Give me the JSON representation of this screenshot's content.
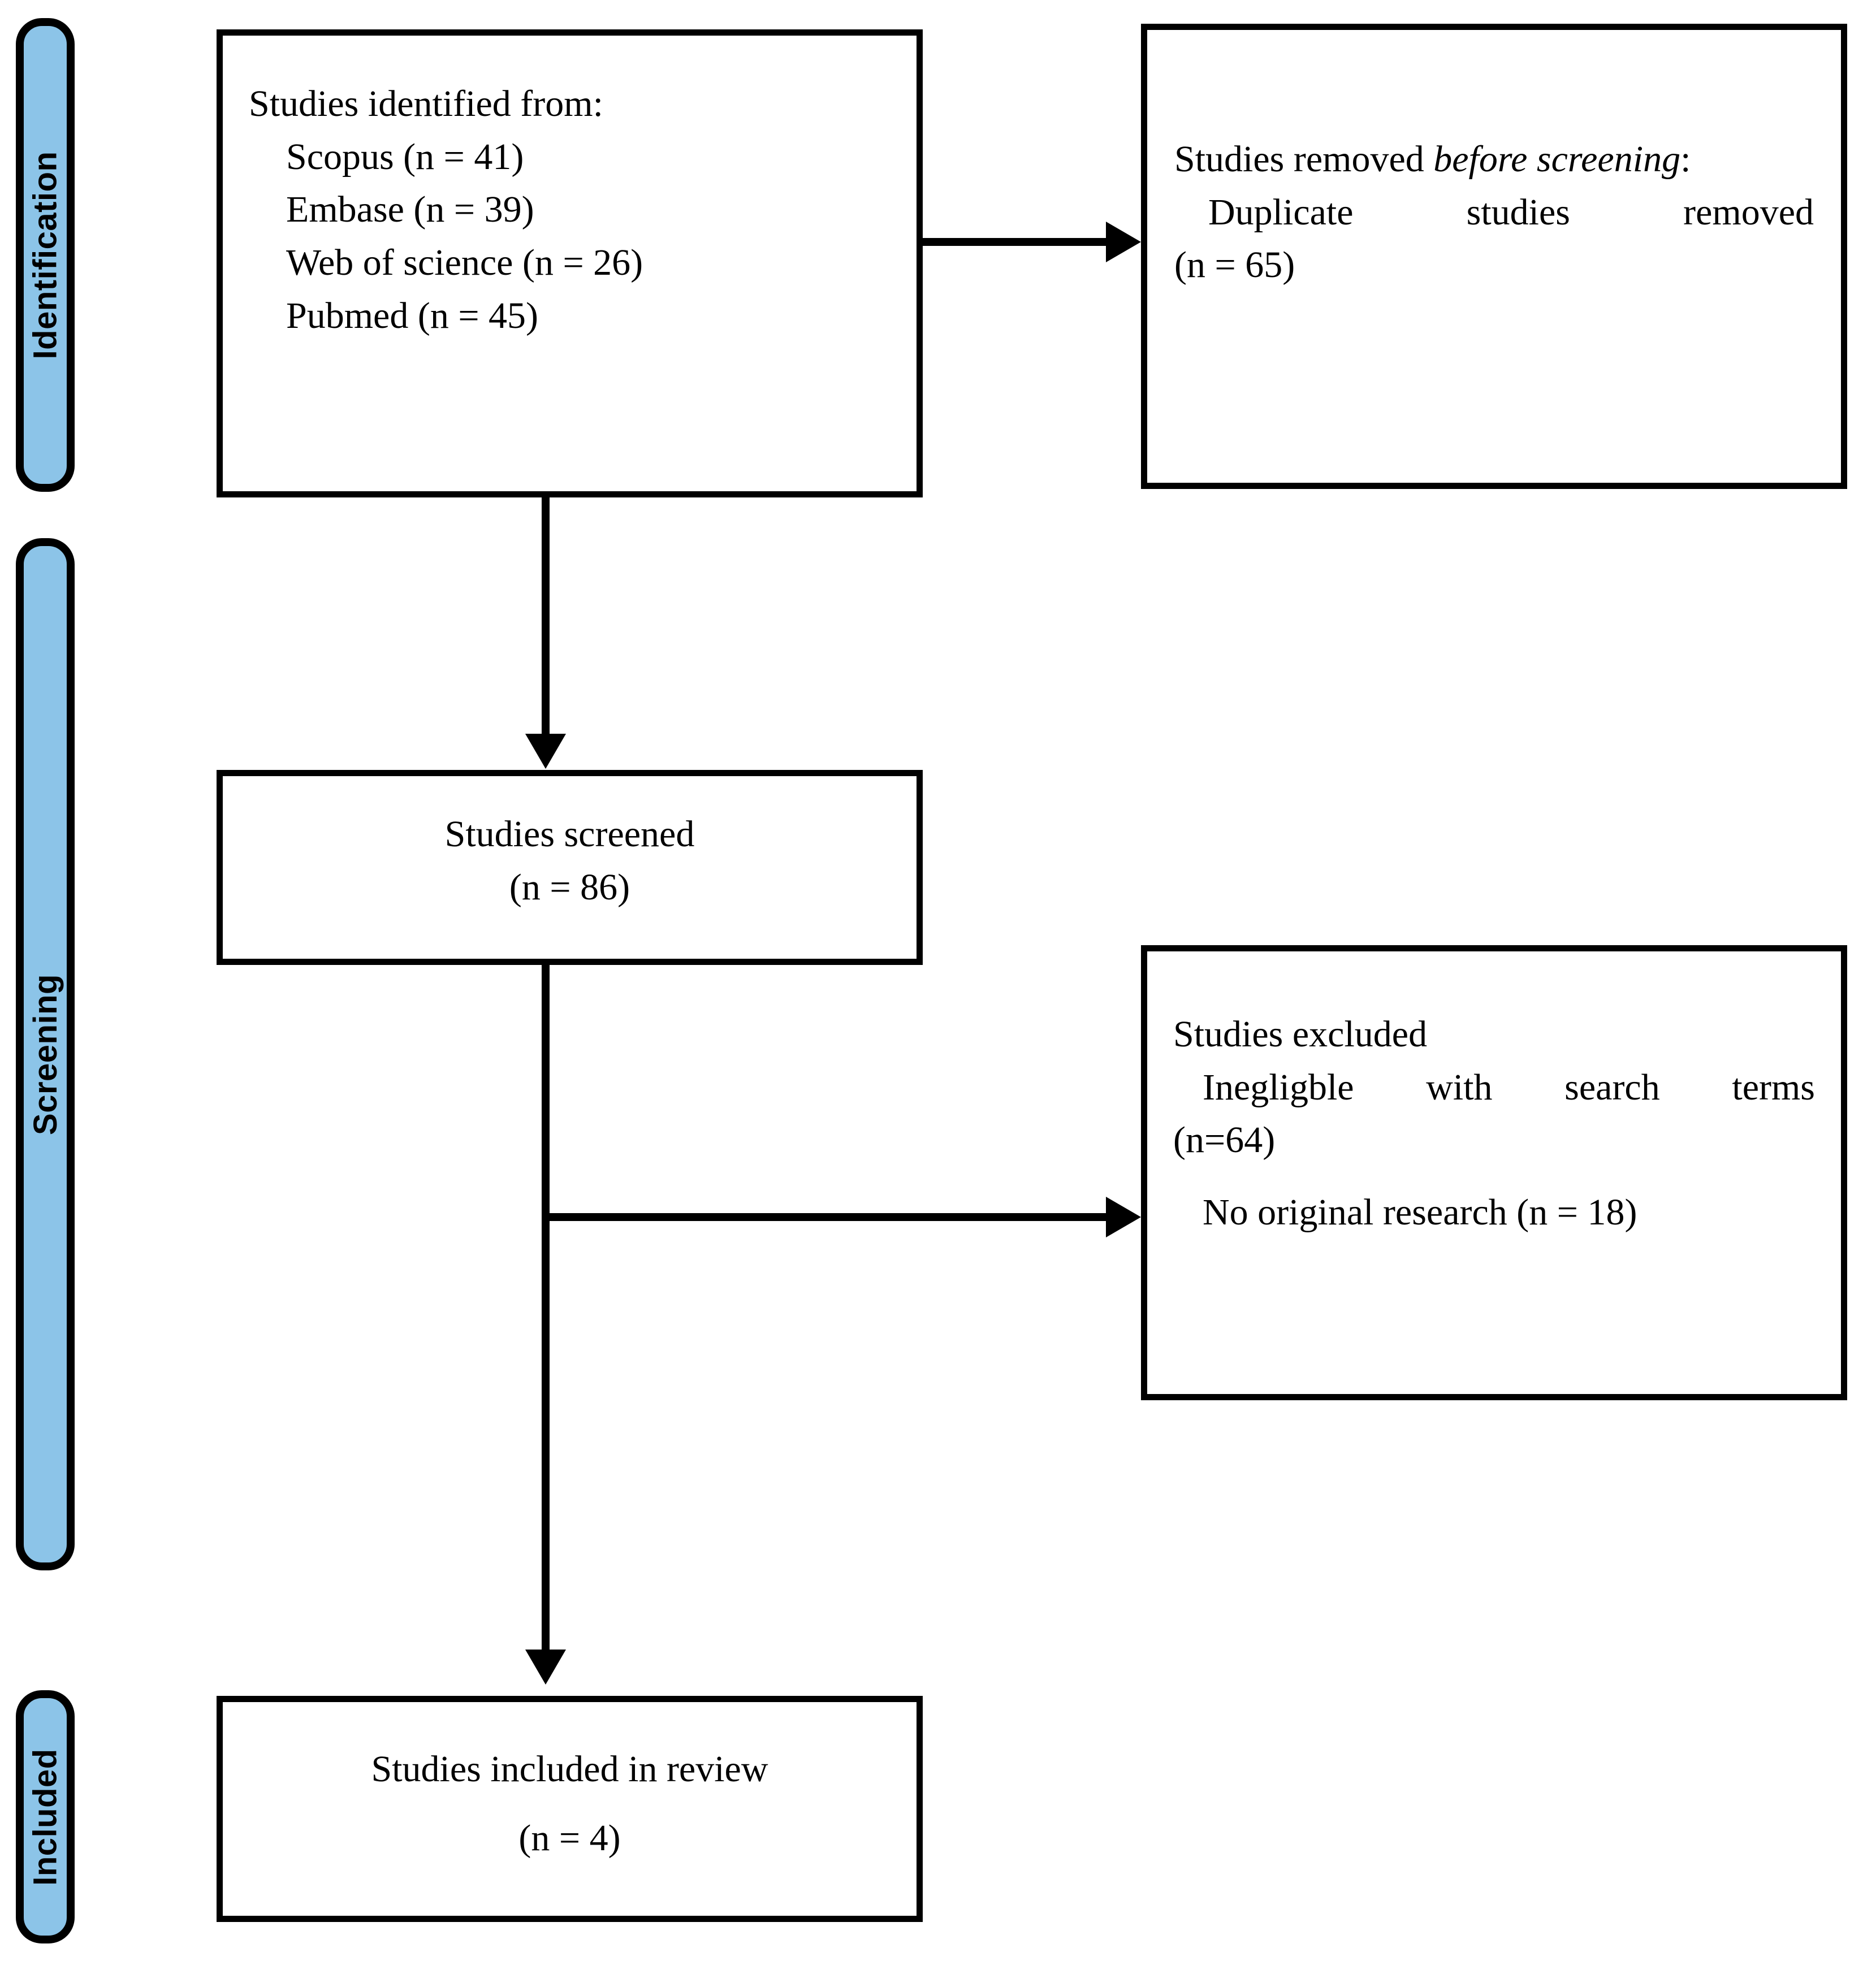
{
  "diagram": {
    "type": "prisma-flow-diagram",
    "accent_color": "#8cc4e8",
    "line_color": "#000000",
    "background": "#ffffff"
  },
  "stages": [
    {
      "id": "identification",
      "label": "Identification"
    },
    {
      "id": "screening",
      "label": "Screening"
    },
    {
      "id": "included",
      "label": "Included"
    }
  ],
  "boxes": {
    "identified": {
      "heading": "Studies identified from:",
      "items": [
        "Scopus (n = 41)",
        "Embase (n = 39)",
        "Web of science (n = 26)",
        "Pubmed (n = 45)"
      ]
    },
    "removed": {
      "heading_plain": "Studies removed ",
      "heading_italic": "before screening",
      "heading_colon": ":",
      "line1": "Duplicate studies removed",
      "line2": "(n = 65)"
    },
    "screened": {
      "line1": "Studies screened",
      "line2": "(n = 86)"
    },
    "excluded": {
      "heading": "Studies excluded",
      "reason1_justified": "Inegligble with search terms",
      "reason1_count": "(n=64)",
      "reason2": "No original research (n = 18)"
    },
    "included": {
      "line1": "Studies included in review",
      "line2": "(n = 4)"
    }
  },
  "chart_data": {
    "type": "table",
    "title": "PRISMA study selection flow",
    "categories": [
      "Scopus",
      "Embase",
      "Web of science",
      "Pubmed",
      "Duplicates removed",
      "Screened",
      "Excluded: ineligible with search terms",
      "Excluded: no original research",
      "Included in review"
    ],
    "values": [
      41,
      39,
      26,
      45,
      65,
      86,
      64,
      18,
      4
    ]
  }
}
